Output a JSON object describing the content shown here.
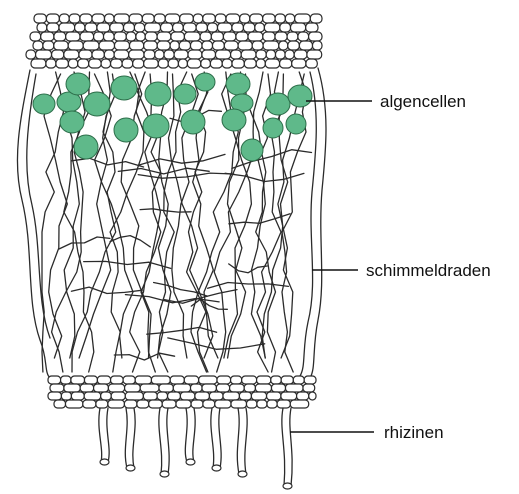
{
  "labels": {
    "algae": "algencellen",
    "hyphae": "schimmeldraden",
    "rhizines": "rhizinen"
  },
  "colors": {
    "algae_fill": "#5fb98a",
    "line": "#2b2b2b",
    "background": "#ffffff"
  }
}
